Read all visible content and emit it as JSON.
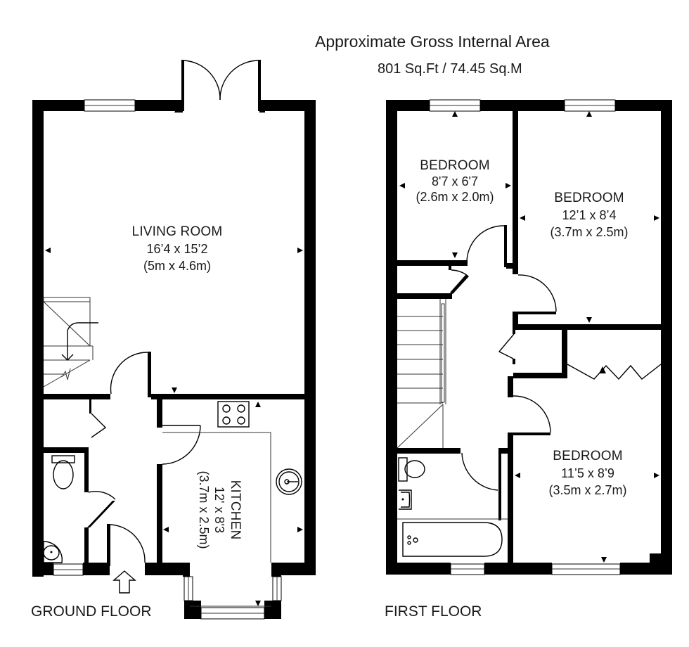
{
  "header": {
    "title": "Approximate Gross Internal Area",
    "area": "801 Sq.Ft / 74.45 Sq.M"
  },
  "floors": {
    "ground": {
      "label": "GROUND FLOOR",
      "rooms": {
        "living_room": {
          "name": "LIVING ROOM",
          "imperial": "16’4 x 15’2",
          "metric": "(5m x 4.6m)"
        },
        "kitchen": {
          "name": "KITCHEN",
          "imperial": "12' x 8'3",
          "metric": "(3.7m x 2.5m)"
        }
      },
      "icons": [
        "entrance-arrow-icon",
        "stairs-icon",
        "toilet-icon",
        "basin-icon",
        "hob-icon",
        "sink-icon",
        "french-doors-icon"
      ]
    },
    "first": {
      "label": "FIRST FLOOR",
      "rooms": {
        "bedroom_small": {
          "name": "BEDROOM",
          "imperial": "8'7 x 6'7",
          "metric": "(2.6m x 2.0m)"
        },
        "bedroom_rear": {
          "name": "BEDROOM",
          "imperial": "12’1 x 8’4",
          "metric": "(3.7m x 2.5m)"
        },
        "bedroom_front": {
          "name": "BEDROOM",
          "imperial": "11’5 x 8’9",
          "metric": "(3.5m x 2.7m)"
        }
      },
      "icons": [
        "stairs-icon",
        "toilet-icon",
        "basin-icon",
        "bath-icon",
        "wardrobe-icon"
      ]
    }
  },
  "colors": {
    "wall": "#000000",
    "background": "#ffffff",
    "text": "#1a1a1a"
  }
}
